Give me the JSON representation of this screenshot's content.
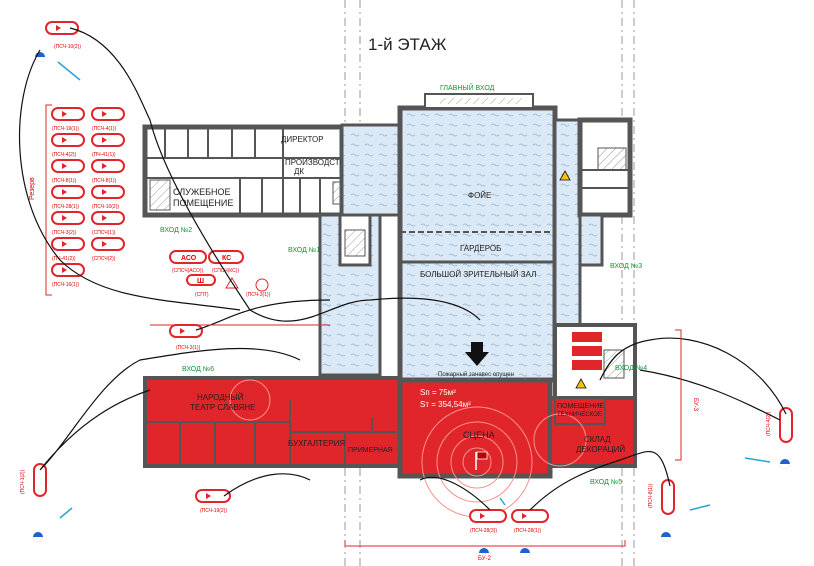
{
  "title": "1-й ЭТАЖ",
  "entrances": {
    "main": "ГЛАВНЫЙ ВХОД",
    "e1": "ВХОД №1",
    "e2": "ВХОД №2",
    "e3": "ВХОД №3",
    "e4": "ВХОД №4",
    "e5": "ВХОД №5",
    "e6": "ВХОД №6"
  },
  "rooms": {
    "director": "ДИРЕКТОР",
    "production": "ПРОИЗВОДСТВО",
    "production2": "ДК",
    "service1": "СЛУЖЕБНОЕ",
    "service2": "ПОМЕЩЕНИЕ",
    "foyer": "ФОЙЕ",
    "wardrobe": "ГАРДЕРОБ",
    "hall": "БОЛЬШОЙ ЗРИТЕЛЬНЫЙ ЗАЛ",
    "theater1": "НАРОДНЫЙ",
    "theater2": "ТЕАТР СЛАВЯНЕ",
    "accounting": "БУХГАЛТЕРИЯ",
    "fitting": "ПРИМЕРНАЯ",
    "stage": "СЦЕНА",
    "warehouse1": "СКЛАД",
    "warehouse2": "ДЕКОРАЦИЙ",
    "utility1": "ПОМЕЩЕНИЕ",
    "utility2": "ТЕХНИЧЕСКОЕ"
  },
  "fire": {
    "curtain": "Пожарный занавес опущен",
    "area1": "Sп = 75м²",
    "area2": "Sт = 354,54м²"
  },
  "legend": {
    "title": "Резерв",
    "units": [
      {
        "label": "(ПСЧ-19(1))"
      },
      {
        "label": "(ПСЧ-4(1))"
      },
      {
        "label": "(ПСЧ-4(2))"
      },
      {
        "label": "(ПЧ-41(1))"
      },
      {
        "label": "(ПСЧ-8(1))"
      },
      {
        "label": "(ПСЧ-8(1))"
      },
      {
        "label": "(ПСЧ-28(1))"
      },
      {
        "label": "(ПСЧ-10(2))"
      },
      {
        "label": "(ПСЧ-3(2))"
      },
      {
        "label": "(СПСЧ(1))"
      },
      {
        "label": "(ПЧ-41(2))"
      },
      {
        "label": "(СПСЧ(2))"
      },
      {
        "label": "(ПСЧ-16(1))"
      }
    ]
  },
  "special": {
    "aso": "АСО",
    "ks": "КС",
    "sh": "Ш",
    "aso_sub": "(СПСЧ(АСО))",
    "ks_sub": "(СПСЧ(КС))",
    "sh_sub": "(СПТ)",
    "spt_sub": "(ПСЧ-3(1))"
  },
  "trucks": {
    "t1": "(ПСЧ-10(2))",
    "t2": "(ПСЧ-3(1))",
    "t3": "(ПСЧ-1(2))",
    "t4": "(ПСЧ-19(2))",
    "t5": "(ПСЧ-28(3))",
    "t6": "(ПСЧ-28(1))",
    "t7": "(ПСЧ-8(1))",
    "t8": "(ПСЧ-4(2))"
  },
  "sectors": {
    "s2": "БУ-2",
    "s3": "БУ-3"
  },
  "colors": {
    "wall": "#555555",
    "fire": "#e0262a",
    "water": "#d6e8f5",
    "hose": "#111111",
    "green": "#0a9a3a"
  }
}
